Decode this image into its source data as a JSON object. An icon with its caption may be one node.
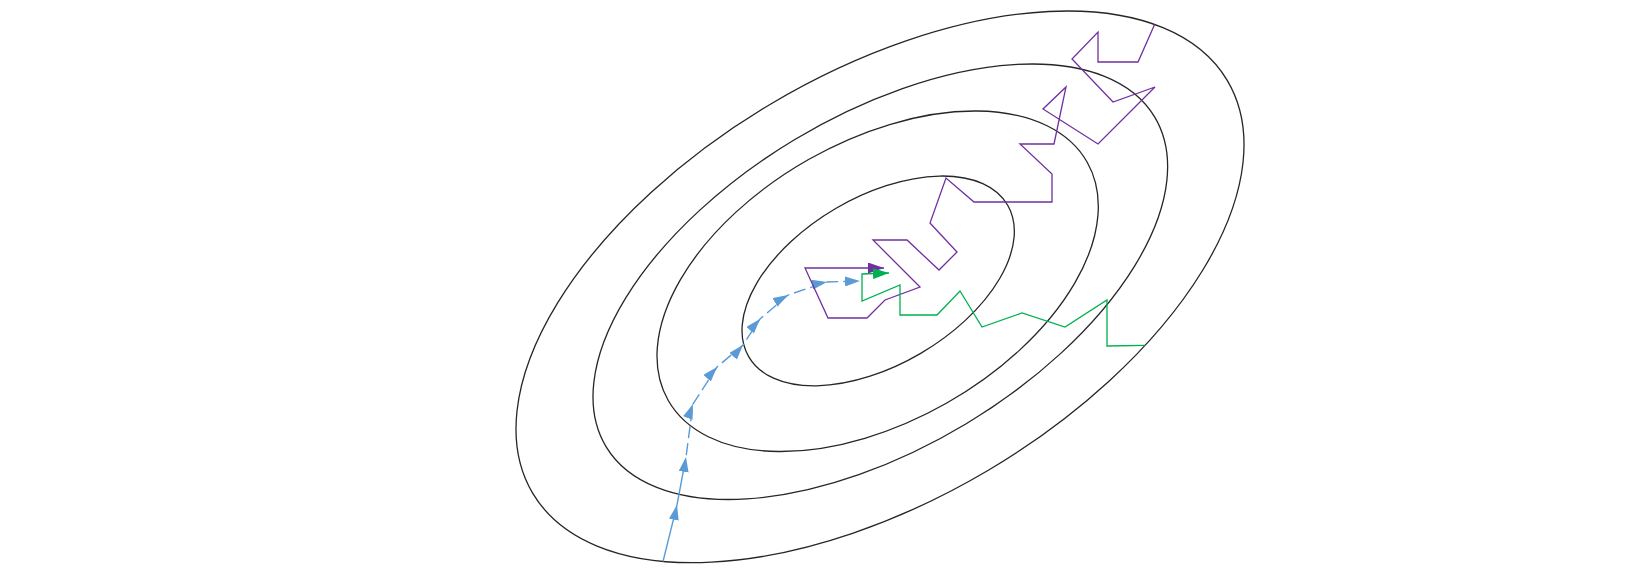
{
  "diagram": {
    "nodes": [
      {
        "text": [],
        "shape": "ellipse"
      },
      {
        "text": [],
        "shape": "ellipse",
        "in": 0
      },
      {
        "text": [],
        "shape": "ellipse",
        "in": 1
      },
      {
        "text": [],
        "shape": "ellipse",
        "in": 2
      }
    ],
    "edges": [
      {
        "from": 0,
        "to": 3,
        "arrow": "to",
        "style": "dashed",
        "color": "#5b9bd5"
      },
      {
        "from": 0,
        "to": 3,
        "arrow": "to",
        "color": "#7030a0"
      },
      {
        "from": 0,
        "to": 3,
        "arrow": "to",
        "color": "#00b050"
      }
    ]
  }
}
